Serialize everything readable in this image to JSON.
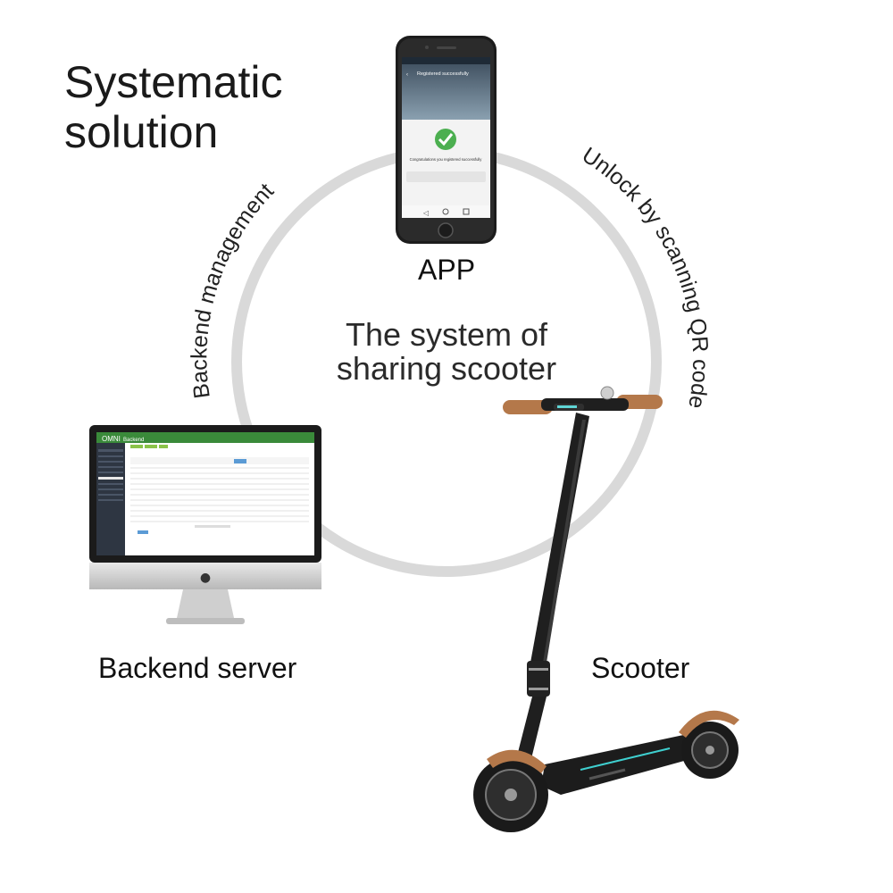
{
  "headline": {
    "line1": "Systematic",
    "line2": "solution"
  },
  "center": {
    "line1": "The system of",
    "line2": "sharing scooter"
  },
  "labels": {
    "app": "APP",
    "backend_server": "Backend server",
    "scooter": "Scooter",
    "arc_left": "Backend management",
    "arc_right": "Unlock by scanning QR code"
  },
  "phone": {
    "header_title": "Registered successfully",
    "message": "Congratulations you registered successfully"
  },
  "monitor": {
    "brand": "OMNI",
    "app_name": "Backend"
  },
  "colors": {
    "ring": "#d9d9d9",
    "accent_green": "#3a8a3a",
    "check_green": "#4caf50",
    "brown": "#b4784a"
  }
}
